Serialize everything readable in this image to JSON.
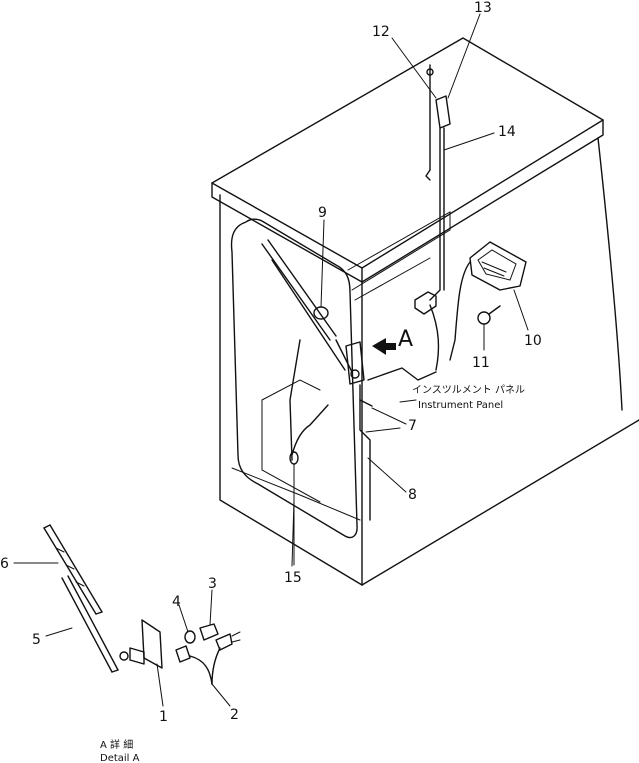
{
  "callouts": {
    "c1": "1",
    "c2": "2",
    "c3": "3",
    "c4": "4",
    "c5": "5",
    "c6": "6",
    "c7": "7",
    "c8": "8",
    "c9": "9",
    "c10": "10",
    "c11": "11",
    "c12": "12",
    "c13": "13",
    "c14": "14",
    "c15": "15"
  },
  "view_marker": "A",
  "panel_label_jp": "インスツルメント パネル",
  "panel_label_en": "Instrument Panel",
  "detail_label_jp": "A 詳 細",
  "detail_label_en": "Detail A"
}
